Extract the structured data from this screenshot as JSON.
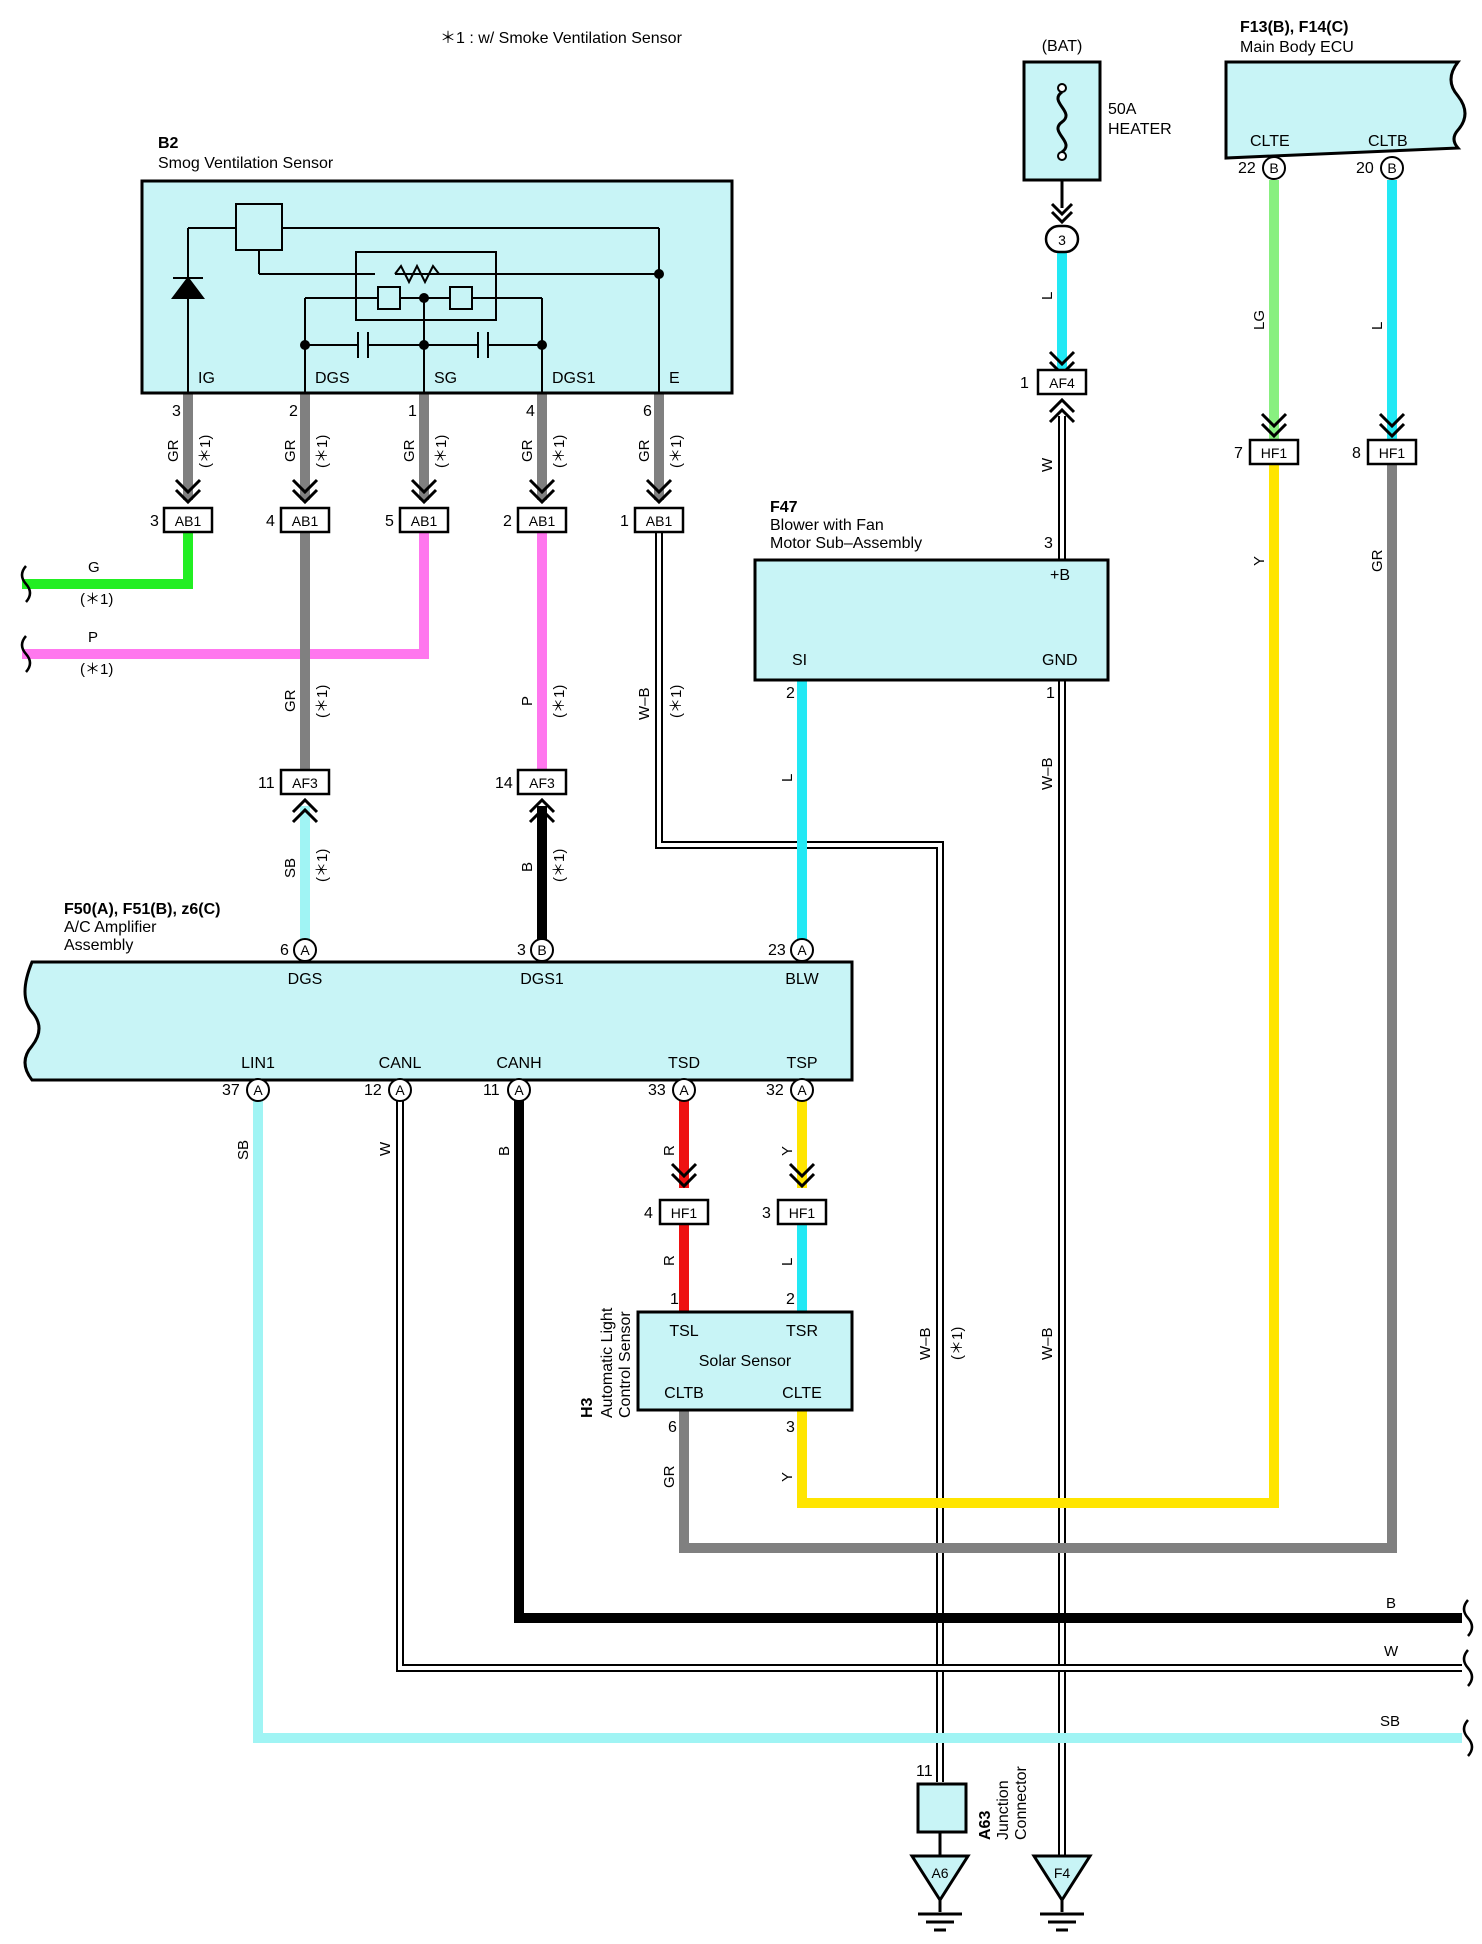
{
  "note": "＊1 : w/ Smoke Ventilation Sensor",
  "colors": {
    "GR": "#808080",
    "G": "#22ee22",
    "P": "#ff77ee",
    "L": "#22e8f4",
    "SB": "#a0f4f4",
    "B": "#000000",
    "R": "#ee1111",
    "Y": "#ffe500",
    "LG": "#88f080",
    "W": "#ffffff",
    "W-B": "#ffffff",
    "box": "#c8f4f6"
  },
  "components": {
    "b2": {
      "code": "B2",
      "name": "Smog Ventilation Sensor",
      "pins": [
        {
          "label": "IG",
          "num": "3"
        },
        {
          "label": "DGS",
          "num": "2"
        },
        {
          "label": "SG",
          "num": "1"
        },
        {
          "label": "DGS1",
          "num": "4"
        },
        {
          "label": "E",
          "num": "6"
        }
      ]
    },
    "bat": {
      "label": "(BAT)",
      "fuse_amp": "50A",
      "fuse_name": "HEATER",
      "pin": "3"
    },
    "ecu": {
      "code": "F13(B), F14(C)",
      "name": "Main Body ECU",
      "pins": [
        {
          "label": "CLTE",
          "num": "22",
          "conn": "B"
        },
        {
          "label": "CLTB",
          "num": "20",
          "conn": "B"
        }
      ]
    },
    "blower": {
      "code": "F47",
      "name_line1": "Blower with Fan",
      "name_line2": "Motor Sub–Assembly",
      "pins": [
        {
          "label": "+B",
          "num": "3"
        },
        {
          "label": "SI",
          "num": "2"
        },
        {
          "label": "GND",
          "num": "1"
        }
      ]
    },
    "amp": {
      "code": "F50(A), F51(B), z6(C)",
      "name_line1": "A/C Amplifier",
      "name_line2": "Assembly",
      "top_pins": [
        {
          "label": "DGS",
          "num": "6",
          "conn": "A"
        },
        {
          "label": "DGS1",
          "num": "3",
          "conn": "B"
        },
        {
          "label": "BLW",
          "num": "23",
          "conn": "A"
        }
      ],
      "bottom_pins": [
        {
          "label": "LIN1",
          "num": "37",
          "conn": "A"
        },
        {
          "label": "CANL",
          "num": "12",
          "conn": "A"
        },
        {
          "label": "CANH",
          "num": "11",
          "conn": "A"
        },
        {
          "label": "TSD",
          "num": "33",
          "conn": "A"
        },
        {
          "label": "TSP",
          "num": "32",
          "conn": "A"
        }
      ]
    },
    "solar": {
      "code": "H3",
      "name_line1": "Automatic Light",
      "name_line2": "Control Sensor",
      "inner": "Solar Sensor",
      "pins": [
        {
          "label": "TSL",
          "num": "1"
        },
        {
          "label": "TSR",
          "num": "2"
        },
        {
          "label": "CLTB",
          "num": "6"
        },
        {
          "label": "CLTE",
          "num": "3"
        }
      ]
    },
    "junction": {
      "code": "A63",
      "name_line1": "Junction",
      "name_line2": "Connector",
      "pin": "11"
    }
  },
  "connectors": {
    "ab1": [
      {
        "name": "AB1",
        "num": "3"
      },
      {
        "name": "AB1",
        "num": "4"
      },
      {
        "name": "AB1",
        "num": "5"
      },
      {
        "name": "AB1",
        "num": "2"
      },
      {
        "name": "AB1",
        "num": "1"
      }
    ],
    "af3": [
      {
        "name": "AF3",
        "num": "11"
      },
      {
        "name": "AF3",
        "num": "14"
      }
    ],
    "af4": {
      "name": "AF4",
      "num": "1"
    },
    "hf1_top": [
      {
        "name": "HF1",
        "num": "7"
      },
      {
        "name": "HF1",
        "num": "8"
      }
    ],
    "hf1_mid": [
      {
        "name": "HF1",
        "num": "4"
      },
      {
        "name": "HF1",
        "num": "3"
      }
    ]
  },
  "wire_labels": {
    "gr": "GR",
    "mark": "(＊1)",
    "g": "G",
    "p": "P",
    "l": "L",
    "w": "W",
    "wb": "W–B",
    "sb": "SB",
    "b": "B",
    "r": "R",
    "y": "Y",
    "lg": "LG"
  },
  "grounds": [
    "A6",
    "F4"
  ]
}
